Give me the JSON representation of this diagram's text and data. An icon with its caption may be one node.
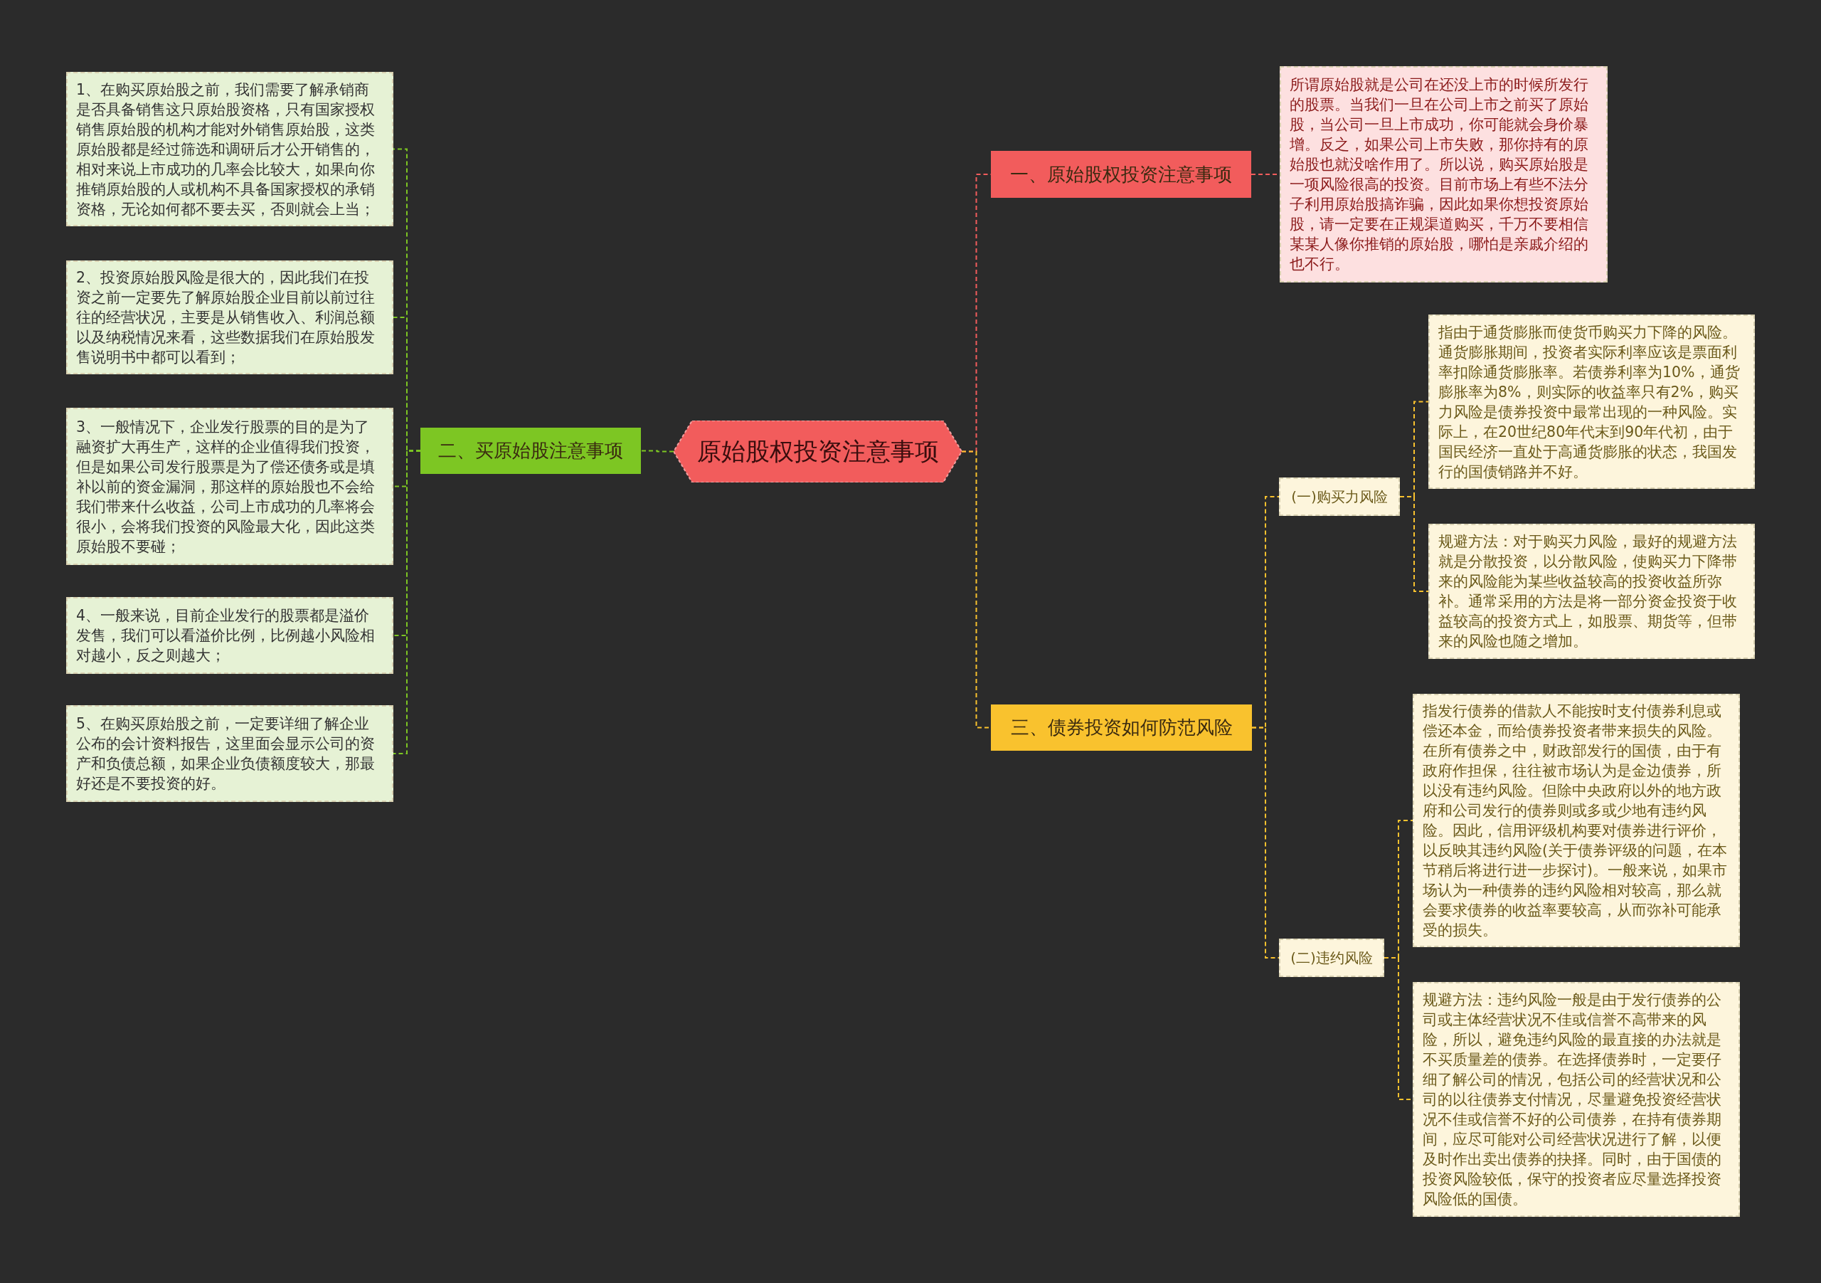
{
  "diagram": {
    "nodes": [
      {
        "text": [
          "原始股权投资注意事项"
        ]
      },
      {
        "text": [
          "一、原始股权投资注意事项"
        ]
      },
      {
        "text": [
          "所谓原始股就是公司在还没上市的时候所发行的股票。当我们一旦在公司上市之前买了原始股，当公司一旦上市成功，你可能就会身价暴增。反之，如果公司上市失败，那你持有的原始股也就没啥作用了。所以说，购买原始股是一项风险很高的投资。目前市场上有些不法分子利用原始股搞诈骗，因此如果你想投资原始股，请一定要在正规渠道购买，千万不要相信某某人像你推销的原始股，哪怕是亲戚介绍的也不行。"
        ]
      },
      {
        "text": [
          "二、买原始股注意事项"
        ]
      },
      {
        "text": [
          "1、在购买原始股之前，我们需要了解承销商是否具备销售这只原始股资格，只有国家授权销售原始股的机构才能对外销售原始股，这类原始股都是经过筛选和调研后才公开销售的，相对来说上市成功的几率会比较大，如果向你推销原始股的人或机构不具备国家授权的承销资格，无论如何都不要去买，否则就会上当；"
        ]
      },
      {
        "text": [
          "2、投资原始股风险是很大的，因此我们在投资之前一定要先了解原始股企业目前以前过往往的经营状况，主要是从销售收入、利润总额以及纳税情况来看，这些数据我们在原始股发售说明书中都可以看到；"
        ]
      },
      {
        "text": [
          "3、一般情况下，企业发行股票的目的是为了融资扩大再生产，这样的企业值得我们投资，但是如果公司发行股票是为了偿还债务或是填补以前的资金漏洞，那这样的原始股也不会给我们带来什么收益，公司上市成功的几率将会很小，会将我们投资的风险最大化，因此这类原始股不要碰；"
        ]
      },
      {
        "text": [
          "4、一般来说，目前企业发行的股票都是溢价发售，我们可以看溢价比例，比例越小风险相对越小，反之则越大；"
        ]
      },
      {
        "text": [
          "5、在购买原始股之前，一定要详细了解企业公布的会计资料报告，这里面会显示公司的资产和负债总额，如果企业负债额度较大，那最好还是不要投资的好。"
        ]
      },
      {
        "text": [
          "三、债券投资如何防范风险"
        ]
      },
      {
        "text": [
          "(一)购买力风险"
        ]
      },
      {
        "text": [
          "指由于通货膨胀而使货币购买力下降的风险。通货膨胀期间，投资者实际利率应该是票面利率扣除通货膨胀率。若债券利率为10%，通货膨胀率为8%，则实际的收益率只有2%，购买力风险是债券投资中最常出现的一种风险。实际上，在20世纪80年代末到90年代初，由于国民经济一直处于高通货膨胀的状态，我国发行的国债销路并不好。"
        ]
      },
      {
        "text": [
          "规避方法：对于购买力风险，最好的规避方法就是分散投资，以分散风险，使购买力下降带来的风险能为某些收益较高的投资收益所弥补。通常采用的方法是将一部分资金投资于收益较高的投资方式上，如股票、期货等，但带来的风险也随之增加。"
        ]
      },
      {
        "text": [
          "(二)违约风险"
        ]
      },
      {
        "text": [
          "指发行债券的借款人不能按时支付债券利息或偿还本金，而给债券投资者带来损失的风险。在所有债券之中，财政部发行的国债，由于有政府作担保，往往被市场认为是金边债券，所以没有违约风险。但除中央政府以外的地方政府和公司发行的债券则或多或少地有违约风险。因此，信用评级机构要对债券进行评价，以反映其违约风险(关于债券评级的问题，在本节稍后将进行进一步探讨)。一般来说，如果市场认为一种债券的违约风险相对较高，那么就会要求债券的收益率要较高，从而弥补可能承受的损失。"
        ]
      },
      {
        "text": [
          "规避方法：违约风险一般是由于发行债券的公司或主体经营状况不佳或信誉不高带来的风险，所以，避免违约风险的最直接的办法就是不买质量差的债券。在选择债券时，一定要仔细了解公司的情况，包括公司的经营状况和公司的以往债券支付情况，尽量避免投资经营状况不佳或信誉不好的公司债券，在持有债券期间，应尽可能对公司经营状况进行了解，以便及时作出卖出债券的抉择。同时，由于国债的投资风险较低，保守的投资者应尽量选择投资风险低的国债。"
        ]
      }
    ],
    "edges": [
      {
        "from": 0,
        "to": 1,
        "arrow": "none",
        "style": "dashed",
        "color": "#f25c5c"
      },
      {
        "from": 1,
        "to": 2,
        "arrow": "none",
        "style": "dashed",
        "color": "#f25c5c"
      },
      {
        "from": 0,
        "to": 3,
        "arrow": "none",
        "style": "dashed",
        "color": "#7dc623"
      },
      {
        "from": 3,
        "to": 4,
        "arrow": "none",
        "style": "dashed",
        "color": "#7dc623"
      },
      {
        "from": 3,
        "to": 5,
        "arrow": "none",
        "style": "dashed",
        "color": "#7dc623"
      },
      {
        "from": 3,
        "to": 6,
        "arrow": "none",
        "style": "dashed",
        "color": "#7dc623"
      },
      {
        "from": 3,
        "to": 7,
        "arrow": "none",
        "style": "dashed",
        "color": "#7dc623"
      },
      {
        "from": 3,
        "to": 8,
        "arrow": "none",
        "style": "dashed",
        "color": "#7dc623"
      },
      {
        "from": 0,
        "to": 9,
        "arrow": "none",
        "style": "dashed",
        "color": "#f9c22e"
      },
      {
        "from": 9,
        "to": 10,
        "arrow": "none",
        "style": "dashed",
        "color": "#f9c22e"
      },
      {
        "from": 10,
        "to": 11,
        "arrow": "none",
        "style": "dashed",
        "color": "#f9c22e"
      },
      {
        "from": 10,
        "to": 12,
        "arrow": "none",
        "style": "dashed",
        "color": "#f9c22e"
      },
      {
        "from": 9,
        "to": 13,
        "arrow": "none",
        "style": "dashed",
        "color": "#f9c22e"
      },
      {
        "from": 13,
        "to": 14,
        "arrow": "none",
        "style": "dashed",
        "color": "#f9c22e"
      },
      {
        "from": 13,
        "to": 15,
        "arrow": "none",
        "style": "dashed",
        "color": "#f9c22e"
      }
    ]
  }
}
